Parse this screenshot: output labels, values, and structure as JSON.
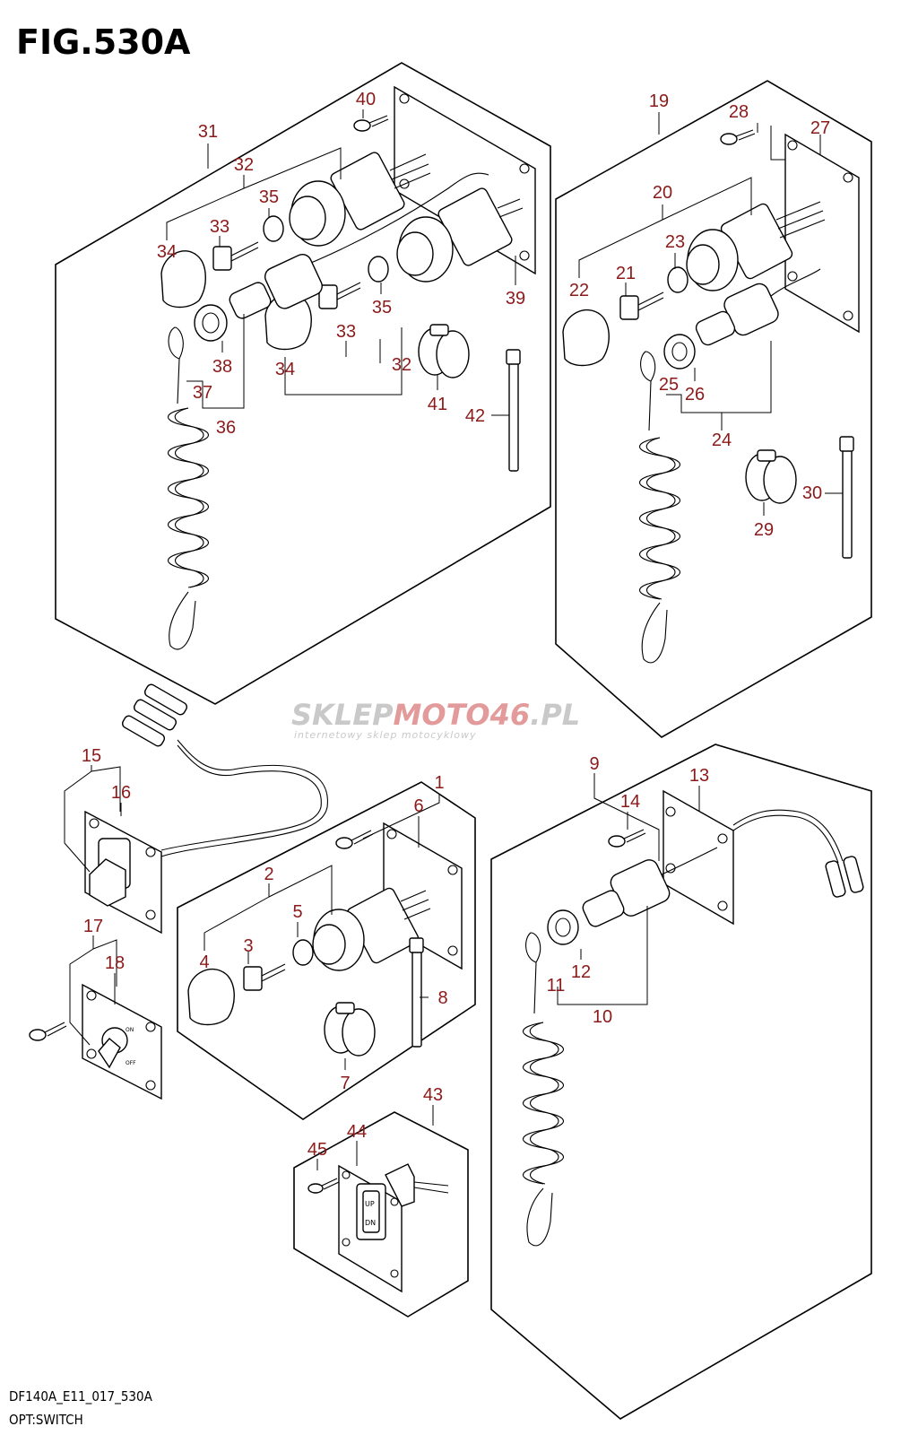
{
  "figure_title": "FIG.530A",
  "footer": {
    "code": "DF140A_E11_017_530A",
    "caption": "OPT:SWITCH"
  },
  "watermark": {
    "brand_a": "SKLEP",
    "brand_b": "MOTO",
    "brand_c": "46",
    "brand_d": ".PL",
    "tagline": "internetowy sklep motocyklowy"
  },
  "callouts": {
    "c1": "1",
    "c2": "2",
    "c3": "3",
    "c4": "4",
    "c5": "5",
    "c6": "6",
    "c7": "7",
    "c8": "8",
    "c9": "9",
    "c10": "10",
    "c11": "11",
    "c12": "12",
    "c13": "13",
    "c14": "14",
    "c15": "15",
    "c16": "16",
    "c17": "17",
    "c18": "18",
    "c19": "19",
    "c20": "20",
    "c21": "21",
    "c22": "22",
    "c23": "23",
    "c24": "24",
    "c25": "25",
    "c26": "26",
    "c27": "27",
    "c28": "28",
    "c29": "29",
    "c30": "30",
    "c31": "31",
    "c32a": "32",
    "c32b": "32",
    "c33a": "33",
    "c33b": "33",
    "c34a": "34",
    "c34b": "34",
    "c35a": "35",
    "c35b": "35",
    "c36": "36",
    "c37": "37",
    "c38": "38",
    "c39": "39",
    "c40": "40",
    "c41": "41",
    "c42": "42",
    "c43": "43",
    "c44": "44",
    "c45": "45"
  },
  "switch_labels": {
    "on": "ON",
    "off": "OFF",
    "up": "UP",
    "dn": "DN"
  }
}
